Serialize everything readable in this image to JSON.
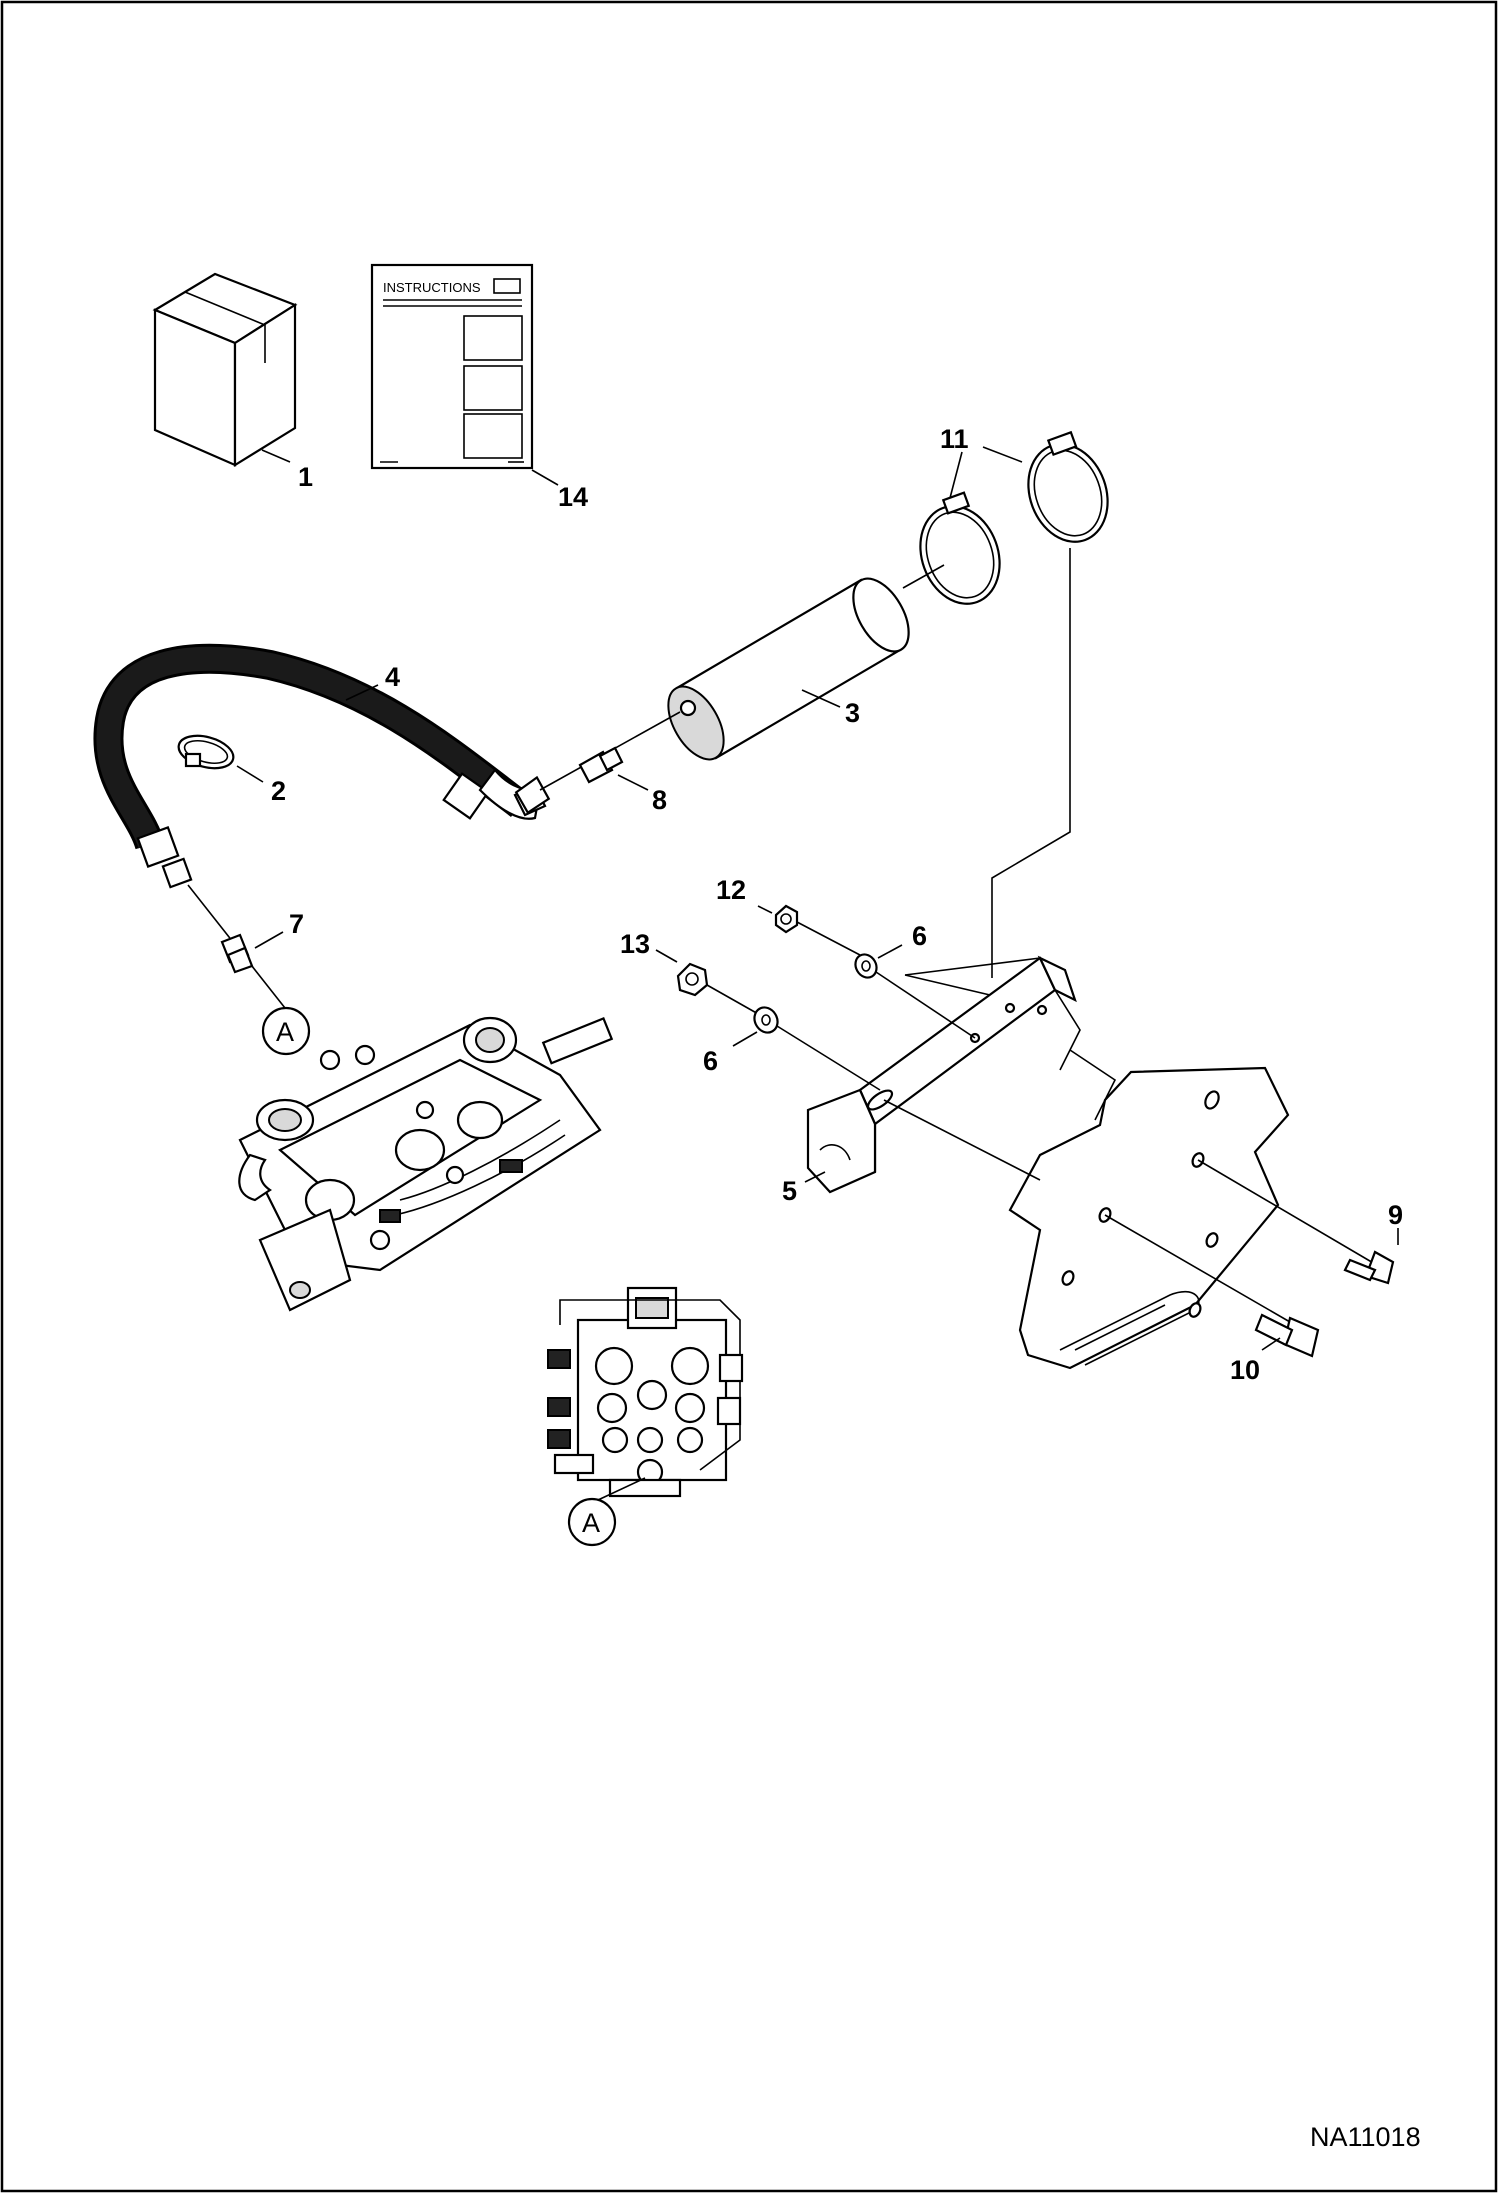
{
  "callouts": {
    "c1": "1",
    "c2": "2",
    "c3": "3",
    "c4": "4",
    "c5": "5",
    "c6a": "6",
    "c6b": "6",
    "c7": "7",
    "c8": "8",
    "c9": "9",
    "c10": "10",
    "c11": "11",
    "c12": "12",
    "c13": "13",
    "c14": "14"
  },
  "detail_markers": {
    "a_upper": "A",
    "a_lower": "A"
  },
  "instructions_sheet": {
    "title": "INSTRUCTIONS"
  },
  "drawing_number": "NA11018"
}
